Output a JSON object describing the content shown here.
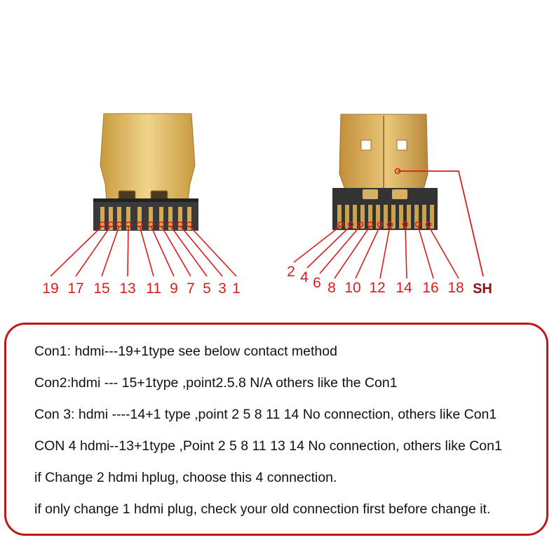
{
  "connector_left": {
    "pin_labels": [
      "19",
      "17",
      "15",
      "13",
      "11",
      "9",
      "7",
      "5",
      "3",
      "1"
    ]
  },
  "connector_right": {
    "pin_labels": [
      "2",
      "4",
      "6",
      "8",
      "10",
      "12",
      "14",
      "16",
      "18"
    ],
    "shield_label": "SH"
  },
  "notes": {
    "lines": [
      "Con1: hdmi---19+1type see below contact method",
      "Con2:hdmi --- 15+1type ,point2.5.8 N/A others like the Con1",
      "Con 3: hdmi ----14+1 type ,point 2 5 8 11 14 No connection, others like Con1",
      "CON 4 hdmi--13+1type ,Point 2 5 8 11 13 14 No connection, others like Con1",
      "if Change 2 hdmi hplug, choose this 4 connection.",
      "if only change 1 hdmi plug, check your old connection first before change it."
    ]
  },
  "colors": {
    "callout_red": "#d81e1e",
    "border_red": "#c01818",
    "gold": "#d9b25a",
    "connector_body": "#3a3a3a"
  }
}
